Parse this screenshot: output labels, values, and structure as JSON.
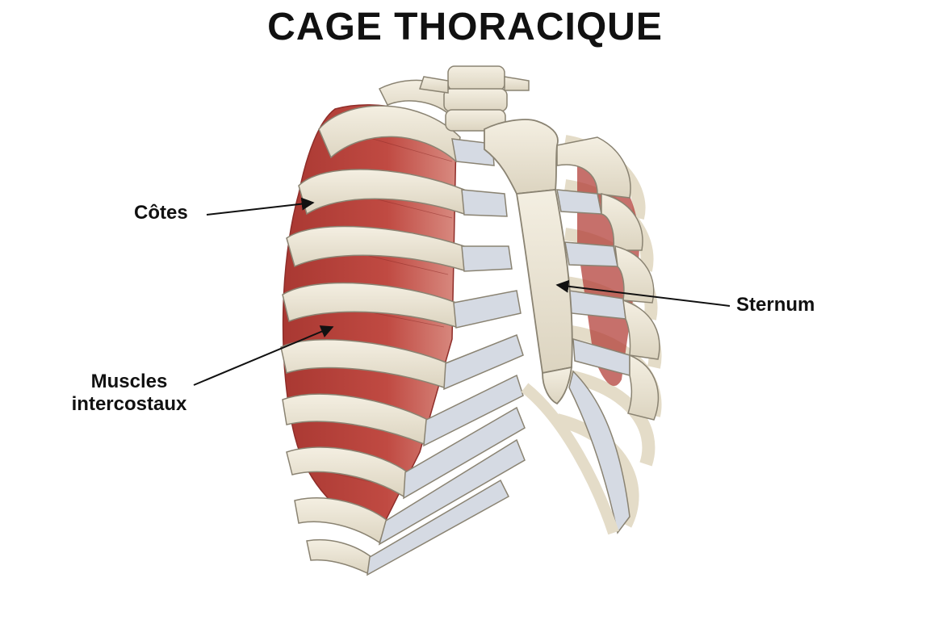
{
  "title": "CAGE THORACIQUE",
  "labels": {
    "cotes": "Côtes",
    "sternum": "Sternum",
    "muscles_line1": "Muscles",
    "muscles_line2": "intercostaux"
  },
  "colors": {
    "bone": "#ece6d6",
    "bone_outline": "#8a8372",
    "cartilage": "#d5dae3",
    "muscle": "#b3403a",
    "muscle_dark": "#8e2d29",
    "text": "#111111"
  }
}
